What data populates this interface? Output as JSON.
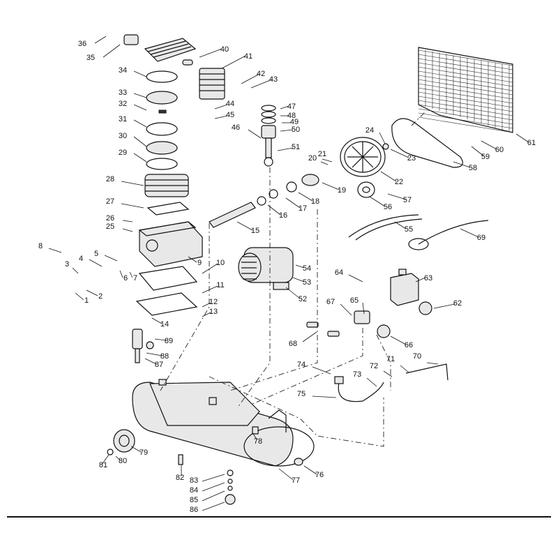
{
  "diagram": {
    "type": "exploded parts diagram",
    "subject": "belt-driven air compressor",
    "callouts": [
      "1",
      "2",
      "3",
      "4",
      "5",
      "6",
      "7",
      "8",
      "10",
      "11",
      "12",
      "13",
      "14",
      "15",
      "16",
      "17",
      "18",
      "19",
      "20",
      "21",
      "22",
      "23",
      "24",
      "25",
      "26",
      "27",
      "28",
      "29",
      "30",
      "31",
      "32",
      "33",
      "34",
      "35",
      "36",
      "40",
      "41",
      "42",
      "43",
      "44",
      "45",
      "46",
      "47",
      "48",
      "49",
      "50",
      "51",
      "52",
      "53",
      "54",
      "55",
      "56",
      "57",
      "58",
      "59",
      "60",
      "61",
      "62",
      "63",
      "64",
      "65",
      "66",
      "67",
      "68",
      "69",
      "70",
      "71",
      "72",
      "73",
      "74",
      "75",
      "76",
      "77",
      "78",
      "79",
      "80",
      "81",
      "82",
      "83",
      "84",
      "85",
      "86",
      "87",
      "88",
      "89",
      "9"
    ]
  }
}
